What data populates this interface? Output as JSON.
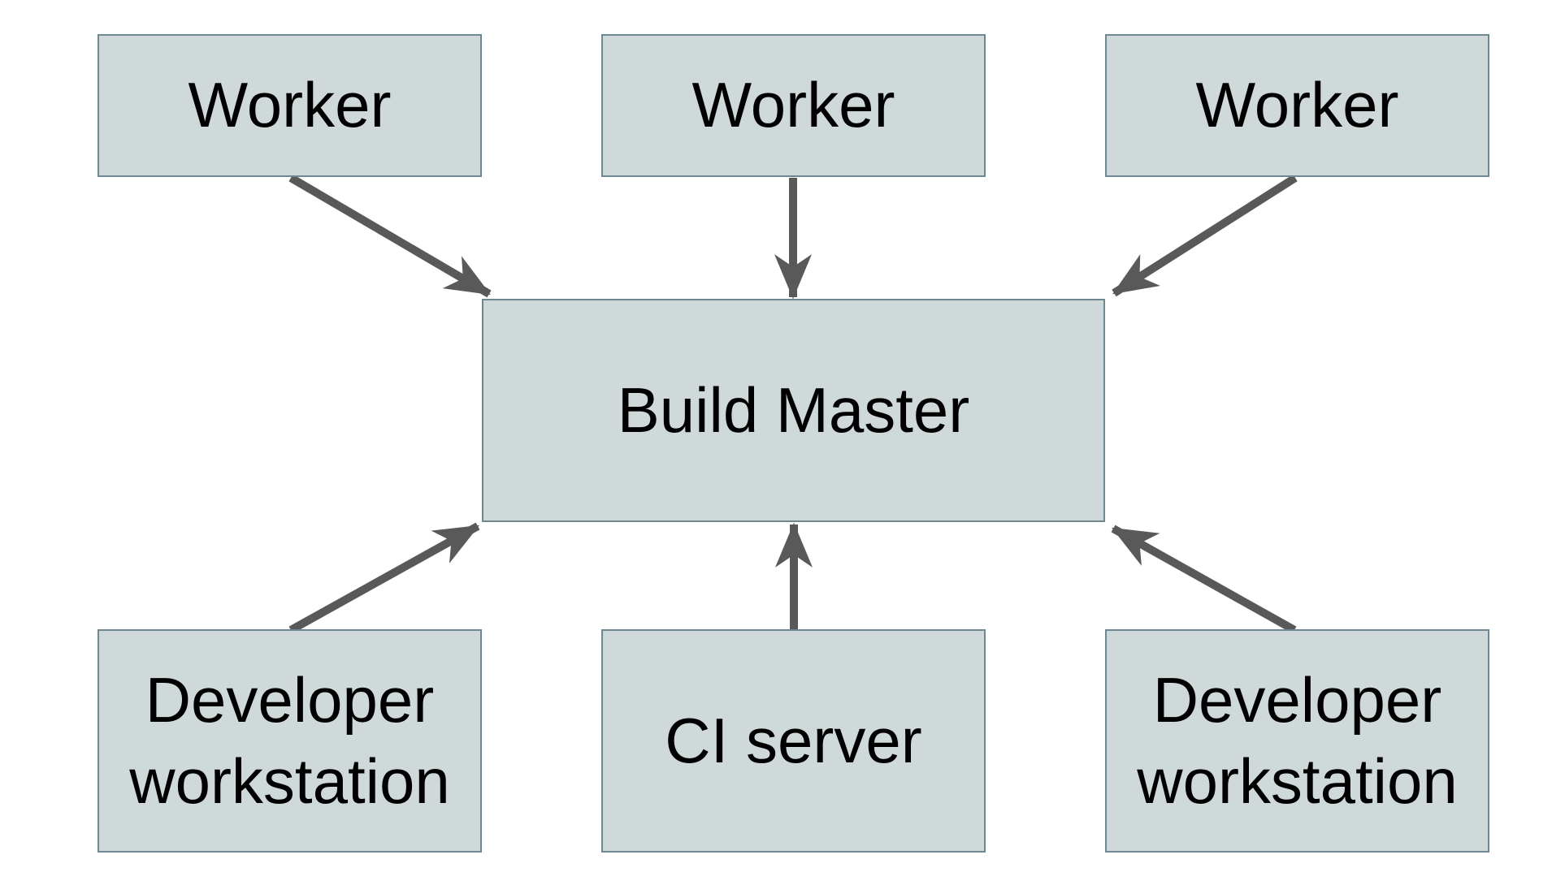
{
  "diagram": {
    "nodes": [
      {
        "id": "worker-1",
        "label": "Worker"
      },
      {
        "id": "worker-2",
        "label": "Worker"
      },
      {
        "id": "worker-3",
        "label": "Worker"
      },
      {
        "id": "build-master",
        "label": "Build Master"
      },
      {
        "id": "dev-workstation-1",
        "label": "Developer workstation"
      },
      {
        "id": "ci-server",
        "label": "CI server"
      },
      {
        "id": "dev-workstation-2",
        "label": "Developer workstation"
      }
    ],
    "edges": [
      {
        "from": "worker-1",
        "to": "build-master"
      },
      {
        "from": "worker-2",
        "to": "build-master"
      },
      {
        "from": "worker-3",
        "to": "build-master"
      },
      {
        "from": "dev-workstation-1",
        "to": "build-master"
      },
      {
        "from": "ci-server",
        "to": "build-master"
      },
      {
        "from": "dev-workstation-2",
        "to": "build-master"
      }
    ],
    "colors": {
      "background": "#ffffff",
      "node_fill": "#cfd9da",
      "node_border": "#6f8791",
      "arrow": "#595959",
      "text": "#000000"
    }
  }
}
